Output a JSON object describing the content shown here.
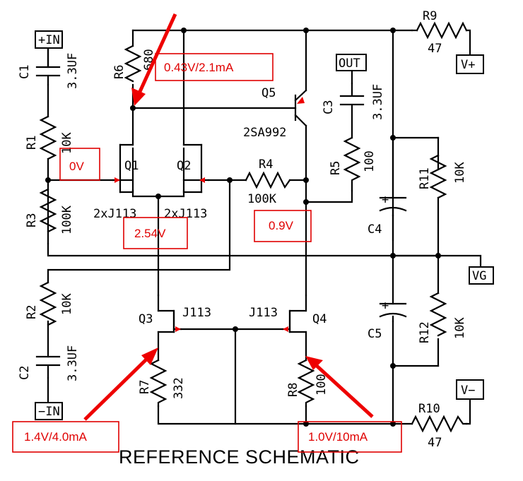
{
  "title": "REFERENCE SCHEMATIC",
  "ports": {
    "in_plus": "+IN",
    "in_minus": "−IN",
    "out": "OUT",
    "v_plus": "V+",
    "v_minus": "V−",
    "vg": "VG"
  },
  "components": {
    "c1": {
      "ref": "C1",
      "value": "3.3UF"
    },
    "c2": {
      "ref": "C2",
      "value": "3.3UF"
    },
    "c3": {
      "ref": "C3",
      "value": "3.3UF"
    },
    "c4": {
      "ref": "C4",
      "plus": "+"
    },
    "c5": {
      "ref": "C5",
      "plus": "+"
    },
    "r1": {
      "ref": "R1",
      "value": "10K"
    },
    "r2": {
      "ref": "R2",
      "value": "10K"
    },
    "r3": {
      "ref": "R3",
      "value": "100K"
    },
    "r4": {
      "ref": "R4",
      "value": "100K"
    },
    "r5": {
      "ref": "R5",
      "value": "100"
    },
    "r6": {
      "ref": "R6",
      "value": "680"
    },
    "r7": {
      "ref": "R7",
      "value": "332"
    },
    "r8": {
      "ref": "R8",
      "value": "100"
    },
    "r9": {
      "ref": "R9",
      "value": "47"
    },
    "r10": {
      "ref": "R10",
      "value": "47"
    },
    "r11": {
      "ref": "R11",
      "value": "10K"
    },
    "r12": {
      "ref": "R12",
      "value": "10K"
    },
    "q1": {
      "ref": "Q1",
      "part": "2xJ113"
    },
    "q2": {
      "ref": "Q2",
      "part": "2xJ113"
    },
    "q3": {
      "ref": "Q3",
      "part": "J113"
    },
    "q4": {
      "ref": "Q4",
      "part": "J113"
    },
    "q5": {
      "ref": "Q5",
      "part": "2SA992"
    }
  },
  "annotations": {
    "q5_emitter": "0.43V/2.1mA",
    "input": "0V",
    "tail": "2.54V",
    "output": "0.9V",
    "r7_node": "1.4V/4.0mA",
    "r8_node": "1.0V/10mA"
  },
  "colors": {
    "wire": "#000000",
    "annotation": "#e00000",
    "background": "#ffffff"
  }
}
